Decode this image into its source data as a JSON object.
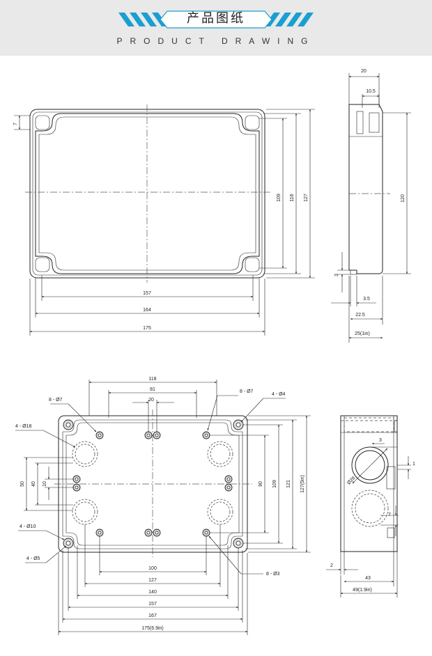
{
  "header": {
    "title": "产品图纸",
    "subtitle": "PRODUCT DRAWING",
    "accent_color": "#1a9fd0",
    "band_color": "#e9e9e9"
  },
  "top_view": {
    "dims": {
      "d7": "7",
      "d109": "109",
      "d116": "116",
      "d127": "127",
      "d157": "157",
      "d164": "164",
      "d175": "175"
    }
  },
  "side_view": {
    "dims": {
      "d20": "20",
      "d10_5": "10.5",
      "d120": "120",
      "d3": "3",
      "d3_5": "3.5",
      "d22_5": "22.5",
      "d25": "25(1in)"
    }
  },
  "bottom_view": {
    "dims": {
      "d118": "118",
      "d81": "81",
      "d20": "20",
      "d50": "50",
      "d40": "40",
      "d10": "10",
      "d90": "90",
      "d109": "109",
      "d121": "121",
      "d127": "127(5in)",
      "d100": "100",
      "d127b": "127",
      "d140": "140",
      "d157": "157",
      "d167": "167",
      "d175": "175(6.9in)"
    },
    "callouts": {
      "c8_7a": "8 - Ø7",
      "c8_7b": "8 - Ø7",
      "c4_4": "4 - Ø4",
      "c4_18": "4 - Ø18",
      "c4_10": "4 - Ø10",
      "c4_5": "4 - Ø5",
      "c8_3": "8 - Ø3"
    }
  },
  "end_view": {
    "dims": {
      "d3": "3",
      "d1": "1",
      "d28": "Ø28",
      "d7": "7",
      "d2": "2",
      "d43": "43",
      "d49": "49(1.9in)"
    }
  }
}
